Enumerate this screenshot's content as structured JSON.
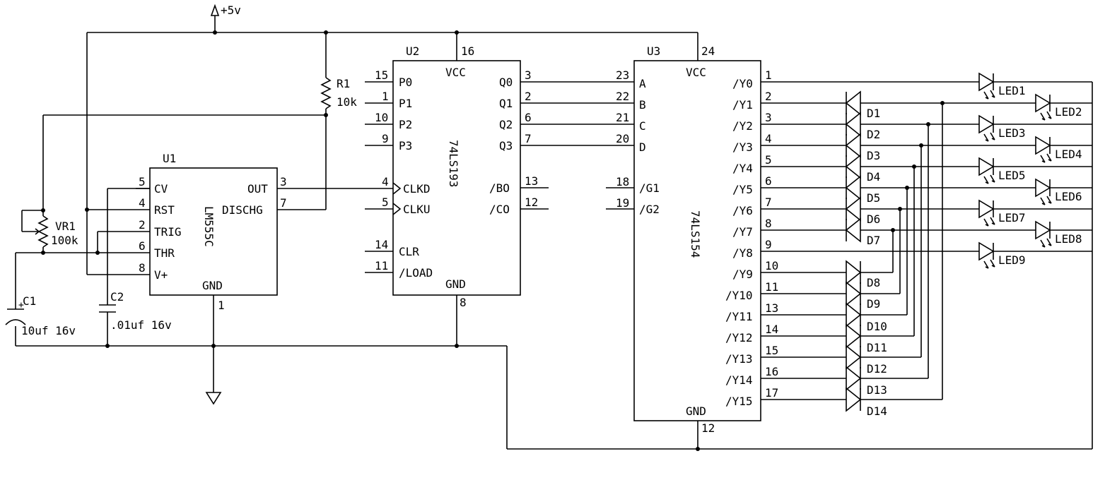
{
  "power": {
    "label": "+5v"
  },
  "u1": {
    "ref": "U1",
    "part": "LM555C",
    "left_pins": [
      {
        "num": "5",
        "name": "CV"
      },
      {
        "num": "4",
        "name": "RST"
      },
      {
        "num": "2",
        "name": "TRIG"
      },
      {
        "num": "6",
        "name": "THR"
      },
      {
        "num": "8",
        "name": "V+"
      }
    ],
    "right_pins": [
      {
        "num": "3",
        "name": "OUT"
      },
      {
        "num": "7",
        "name": "DISCHG"
      }
    ],
    "bottom_pin": {
      "num": "1",
      "name": "GND"
    }
  },
  "u2": {
    "ref": "U2",
    "part": "74LS193",
    "top_pin": {
      "num": "16",
      "name": "VCC"
    },
    "bottom_pin": {
      "num": "8",
      "name": "GND"
    },
    "left_pins": [
      {
        "num": "15",
        "name": "P0"
      },
      {
        "num": "1",
        "name": "P1"
      },
      {
        "num": "10",
        "name": "P2"
      },
      {
        "num": "9",
        "name": "P3"
      },
      {
        "num": "4",
        "name": "CLKD"
      },
      {
        "num": "5",
        "name": "CLKU"
      },
      {
        "num": "14",
        "name": "CLR"
      },
      {
        "num": "11",
        "name": "/LOAD"
      }
    ],
    "right_pins": [
      {
        "num": "3",
        "name": "Q0"
      },
      {
        "num": "2",
        "name": "Q1"
      },
      {
        "num": "6",
        "name": "Q2"
      },
      {
        "num": "7",
        "name": "Q3"
      },
      {
        "num": "13",
        "name": "/BO"
      },
      {
        "num": "12",
        "name": "/CO"
      }
    ]
  },
  "u3": {
    "ref": "U3",
    "part": "74LS154",
    "top_pin": {
      "num": "24",
      "name": "VCC"
    },
    "bottom_pin": {
      "num": "12",
      "name": "GND"
    },
    "left_pins": [
      {
        "num": "23",
        "name": "A"
      },
      {
        "num": "22",
        "name": "B"
      },
      {
        "num": "21",
        "name": "C"
      },
      {
        "num": "20",
        "name": "D"
      },
      {
        "num": "18",
        "name": "/G1"
      },
      {
        "num": "19",
        "name": "/G2"
      }
    ],
    "right_pins": [
      {
        "num": "1",
        "name": "/Y0"
      },
      {
        "num": "2",
        "name": "/Y1"
      },
      {
        "num": "3",
        "name": "/Y2"
      },
      {
        "num": "4",
        "name": "/Y3"
      },
      {
        "num": "5",
        "name": "/Y4"
      },
      {
        "num": "6",
        "name": "/Y5"
      },
      {
        "num": "7",
        "name": "/Y6"
      },
      {
        "num": "8",
        "name": "/Y7"
      },
      {
        "num": "9",
        "name": "/Y8"
      },
      {
        "num": "10",
        "name": "/Y9"
      },
      {
        "num": "11",
        "name": "/Y10"
      },
      {
        "num": "13",
        "name": "/Y11"
      },
      {
        "num": "14",
        "name": "/Y12"
      },
      {
        "num": "15",
        "name": "/Y13"
      },
      {
        "num": "16",
        "name": "/Y14"
      },
      {
        "num": "17",
        "name": "/Y15"
      }
    ]
  },
  "r1": {
    "ref": "R1",
    "value": "10k"
  },
  "vr1": {
    "ref": "VR1",
    "value": "100k"
  },
  "c1": {
    "ref": "C1",
    "value": "10uf 16v"
  },
  "c2": {
    "ref": "C2",
    "value": ".01uf 16v"
  },
  "diodes": [
    "D1",
    "D2",
    "D3",
    "D4",
    "D5",
    "D6",
    "D7",
    "D8",
    "D9",
    "D10",
    "D11",
    "D12",
    "D13",
    "D14"
  ],
  "leds": [
    "LED1",
    "LED2",
    "LED3",
    "LED4",
    "LED5",
    "LED6",
    "LED7",
    "LED8",
    "LED9"
  ]
}
